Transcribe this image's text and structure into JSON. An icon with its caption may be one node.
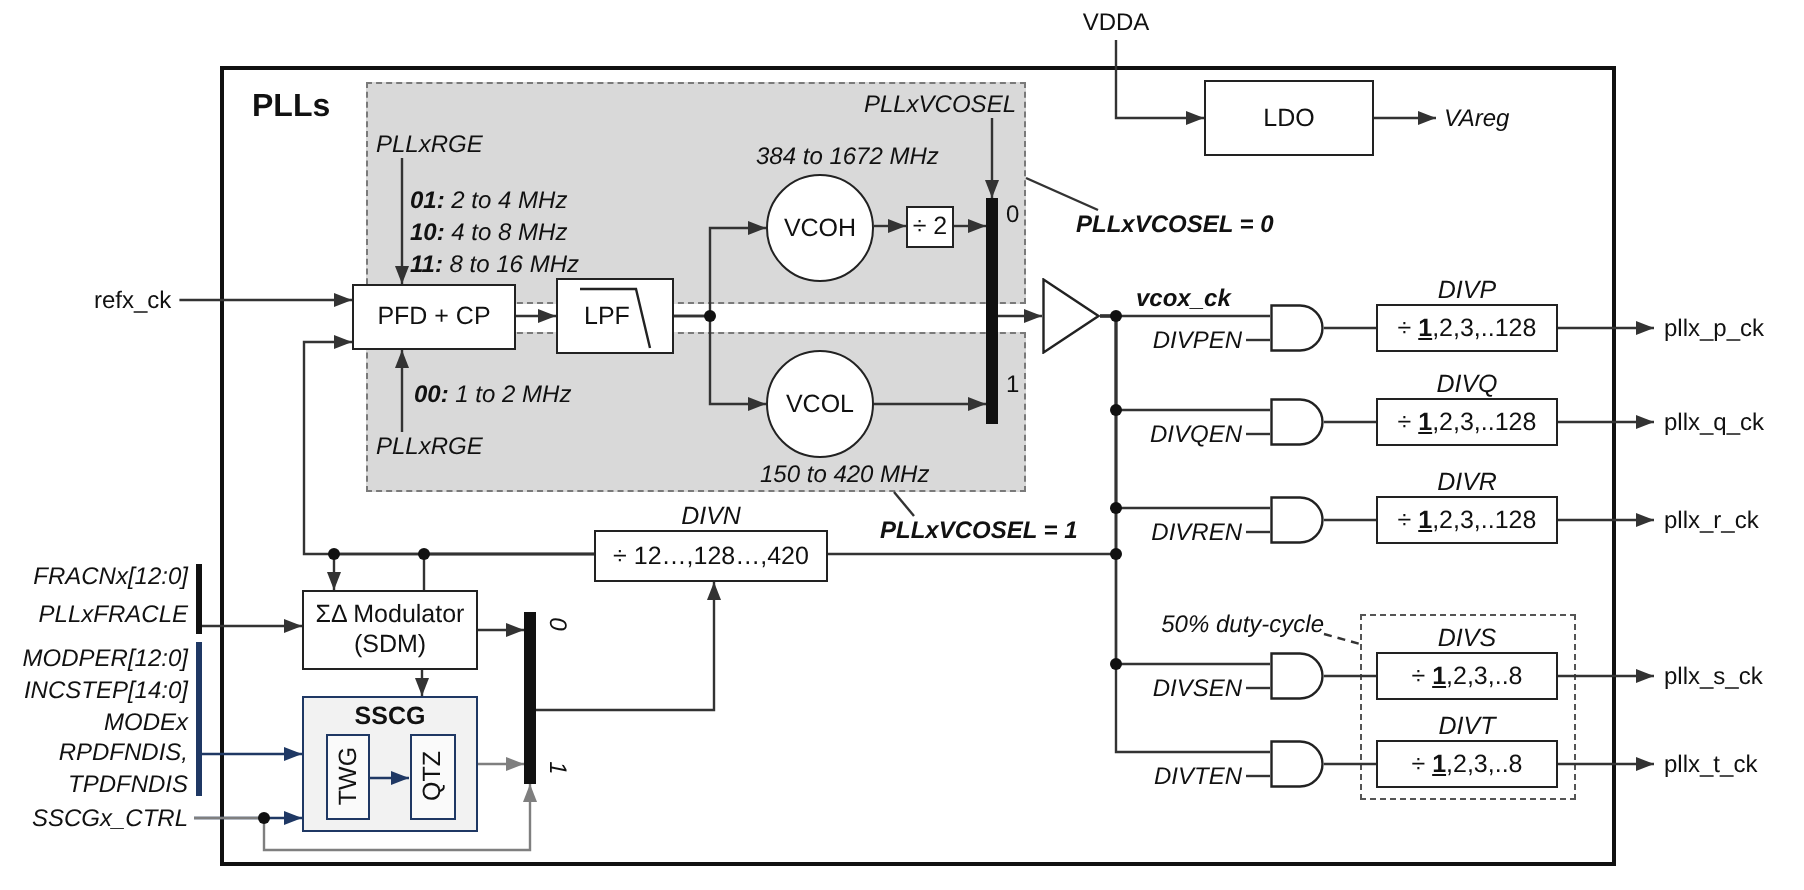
{
  "diagram": {
    "nodes": [
      {
        "text": [
          "PLLs"
        ]
      },
      {
        "text": [],
        "shape": "box",
        "in": 0
      },
      {
        "text": [],
        "shape": "box",
        "in": 0
      },
      {
        "text": [
          "refx_ck"
        ]
      },
      {
        "text": [
          "PLLxRGE"
        ],
        "in": 1
      },
      {
        "text": [
          "PFD + CP"
        ],
        "in": 0
      },
      {
        "text": [
          "PLLxRGE"
        ],
        "in": 2
      },
      {
        "text": [
          "LPF"
        ],
        "in": 0
      },
      {
        "text": [
          "VCOH"
        ],
        "beside": [
          "384 to 1672 MHz"
        ],
        "in": 1
      },
      {
        "text": [
          "÷ 2"
        ],
        "in": 1
      },
      {
        "text": [
          "VCOL"
        ],
        "beside": [
          "150 to 420 MHz"
        ],
        "in": 2
      },
      {
        "text": [
          "PLLxVCOSEL"
        ],
        "in": 1
      },
      {
        "text": [],
        "shape": "bar",
        "beside": [
          "0",
          "1"
        ],
        "in": 0
      },
      {
        "text": [
          "PLLxVCOSEL = 0"
        ],
        "in": 0
      },
      {
        "text": [
          "PLLxVCOSEL = 1"
        ],
        "in": 0
      },
      {
        "text": [],
        "shape": "triangle",
        "in": 0
      },
      {
        "text": [],
        "shape": "gate",
        "in": 0
      },
      {
        "text": [
          "DIVPEN"
        ],
        "in": 0
      },
      {
        "text": [
          "DIVP",
          "÷ **1**,2,3,..128"
        ],
        "in": 0
      },
      {
        "text": [
          "pllx_p_ck"
        ]
      },
      {
        "text": [],
        "shape": "gate",
        "in": 0
      },
      {
        "text": [
          "DIVQEN"
        ],
        "in": 0
      },
      {
        "text": [
          "DIVQ",
          "÷ **1**,2,3,..128"
        ],
        "in": 0
      },
      {
        "text": [
          "pllx_q_ck"
        ]
      },
      {
        "text": [],
        "shape": "gate",
        "in": 0
      },
      {
        "text": [
          "DIVREN"
        ],
        "in": 0
      },
      {
        "text": [
          "DIVR",
          "÷ **1**,2,3,..128"
        ],
        "in": 0
      },
      {
        "text": [
          "pllx_r_ck"
        ]
      },
      {
        "text": [],
        "shape": "box",
        "in": 0
      },
      {
        "text": [
          "50% duty-cycle"
        ],
        "in": 0
      },
      {
        "text": [],
        "shape": "gate",
        "in": 0
      },
      {
        "text": [
          "DIVSEN"
        ],
        "in": 0
      },
      {
        "text": [
          "DIVS",
          "÷ **1**,2,3,..8"
        ],
        "in": 28
      },
      {
        "text": [
          "pllx_s_ck"
        ]
      },
      {
        "text": [],
        "shape": "gate",
        "in": 0
      },
      {
        "text": [
          "DIVTEN"
        ],
        "in": 0
      },
      {
        "text": [
          "DIVT",
          "÷ **1**,2,3,..8"
        ],
        "in": 28
      },
      {
        "text": [
          "pllx_t_ck"
        ]
      },
      {
        "text": [
          "DIVN",
          "÷ 12…,128…,420"
        ],
        "in": 0
      },
      {
        "text": [],
        "shape": "bar",
        "beside": [
          "FRACNx[12:0]",
          "PLLxFRACLE"
        ]
      },
      {
        "text": [
          "ΣΔ Modulator (SDM)"
        ],
        "in": 0
      },
      {
        "text": [],
        "shape": "bar",
        "beside": [
          "MODPER[12:0]",
          "INCSTEP[14:0]",
          "MODEx",
          "RPDFNDIS, TPDFNDIS"
        ]
      },
      {
        "text": [
          "SSCG"
        ],
        "in": 0
      },
      {
        "text": [
          "TWG"
        ],
        "in": 42
      },
      {
        "text": [
          "QTZ"
        ],
        "in": 42
      },
      {
        "text": [
          "SSCGx_CTRL"
        ]
      },
      {
        "text": [],
        "shape": "bar",
        "beside": [
          "0",
          "1"
        ],
        "in": 0
      },
      {
        "text": [
          "VDDA"
        ]
      },
      {
        "text": [
          "LDO"
        ],
        "in": 0
      },
      {
        "text": [
          "VAreg"
        ],
        "in": 0
      }
    ],
    "edges": [
      {
        "from": 3,
        "to": 5,
        "arrow": "to"
      },
      {
        "from": 4,
        "to": 5,
        "arrow": "to"
      },
      {
        "from": 6,
        "to": 5,
        "arrow": "to"
      },
      {
        "from": 5,
        "to": 7,
        "arrow": "to"
      },
      {
        "from": 7,
        "to": 8,
        "arrow": "to"
      },
      {
        "from": 7,
        "to": 10,
        "arrow": "to"
      },
      {
        "from": 8,
        "to": 9,
        "arrow": "to"
      },
      {
        "from": 9,
        "to": 12,
        "arrow": "to"
      },
      {
        "from": 10,
        "to": 12,
        "arrow": "to"
      },
      {
        "from": 11,
        "to": 12,
        "arrow": "to"
      },
      {
        "from": 13,
        "to": 1,
        "arrow": "none"
      },
      {
        "from": 14,
        "to": 2,
        "arrow": "none"
      },
      {
        "from": 12,
        "to": 15,
        "arrow": "to"
      },
      {
        "from": 15,
        "to": 16,
        "arrow": "none",
        "label": "vcox_ck"
      },
      {
        "from": 15,
        "to": 20,
        "arrow": "none"
      },
      {
        "from": 15,
        "to": 24,
        "arrow": "none"
      },
      {
        "from": 15,
        "to": 30,
        "arrow": "none"
      },
      {
        "from": 15,
        "to": 34,
        "arrow": "none"
      },
      {
        "from": 15,
        "to": 38,
        "arrow": "none"
      },
      {
        "from": 17,
        "to": 16,
        "arrow": "none"
      },
      {
        "from": 16,
        "to": 18,
        "arrow": "none"
      },
      {
        "from": 18,
        "to": 19,
        "arrow": "to"
      },
      {
        "from": 21,
        "to": 20,
        "arrow": "none"
      },
      {
        "from": 20,
        "to": 22,
        "arrow": "none"
      },
      {
        "from": 22,
        "to": 23,
        "arrow": "to"
      },
      {
        "from": 25,
        "to": 24,
        "arrow": "none"
      },
      {
        "from": 24,
        "to": 26,
        "arrow": "none"
      },
      {
        "from": 26,
        "to": 27,
        "arrow": "to"
      },
      {
        "from": 31,
        "to": 30,
        "arrow": "none"
      },
      {
        "from": 30,
        "to": 32,
        "arrow": "none"
      },
      {
        "from": 32,
        "to": 33,
        "arrow": "to"
      },
      {
        "from": 35,
        "to": 34,
        "arrow": "none"
      },
      {
        "from": 34,
        "to": 36,
        "arrow": "none"
      },
      {
        "from": 36,
        "to": 37,
        "arrow": "to"
      },
      {
        "from": 38,
        "to": 5,
        "arrow": "to"
      },
      {
        "from": 38,
        "to": 40,
        "arrow": "to"
      },
      {
        "from": 38,
        "to": 40,
        "arrow": "none"
      },
      {
        "from": 39,
        "to": 40,
        "arrow": "to"
      },
      {
        "from": 41,
        "to": 42,
        "arrow": "to",
        "color": "#1f3864"
      },
      {
        "from": 40,
        "to": 42,
        "arrow": "to"
      },
      {
        "from": 40,
        "to": 46,
        "arrow": "to"
      },
      {
        "from": 43,
        "to": 44,
        "arrow": "to",
        "color": "#1f3864"
      },
      {
        "from": 42,
        "to": 46,
        "arrow": "to",
        "color": "#7f7f7f"
      },
      {
        "from": 45,
        "to": 42,
        "arrow": "to",
        "color": "#1f3864"
      },
      {
        "from": 45,
        "to": 46,
        "arrow": "to",
        "color": "#7f7f7f"
      },
      {
        "from": 46,
        "to": 38,
        "arrow": "to"
      },
      {
        "from": 47,
        "to": 48,
        "arrow": "to"
      },
      {
        "from": 48,
        "to": 49,
        "arrow": "to"
      },
      {
        "from": 29,
        "to": 28,
        "arrow": "none",
        "style": "dashed"
      }
    ],
    "labels": [
      "**01:** 2 to 4 MHz",
      "**10:** 4 to 8 MHz",
      "**11:** 8 to 16 MHz",
      "**00:** 1 to 2 MHz"
    ]
  }
}
